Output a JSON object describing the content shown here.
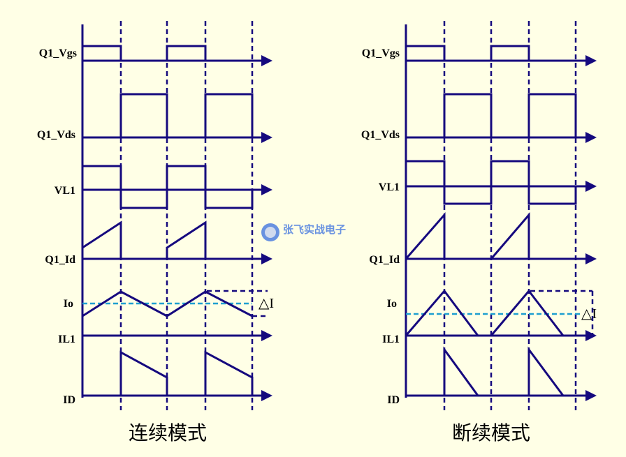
{
  "signals": [
    "Q1_Vgs",
    "Q1_Vds",
    "VL1",
    "Q1_Id",
    "Io",
    "IL1",
    "ID"
  ],
  "delta_label": "△I",
  "captions": {
    "continuous": "连续模式",
    "discontinuous": "断续模式"
  },
  "watermark": "张飞实战电子",
  "colors": {
    "line": "#15097E",
    "average": "#1E9FD0",
    "background": "#FFFFE6"
  }
}
